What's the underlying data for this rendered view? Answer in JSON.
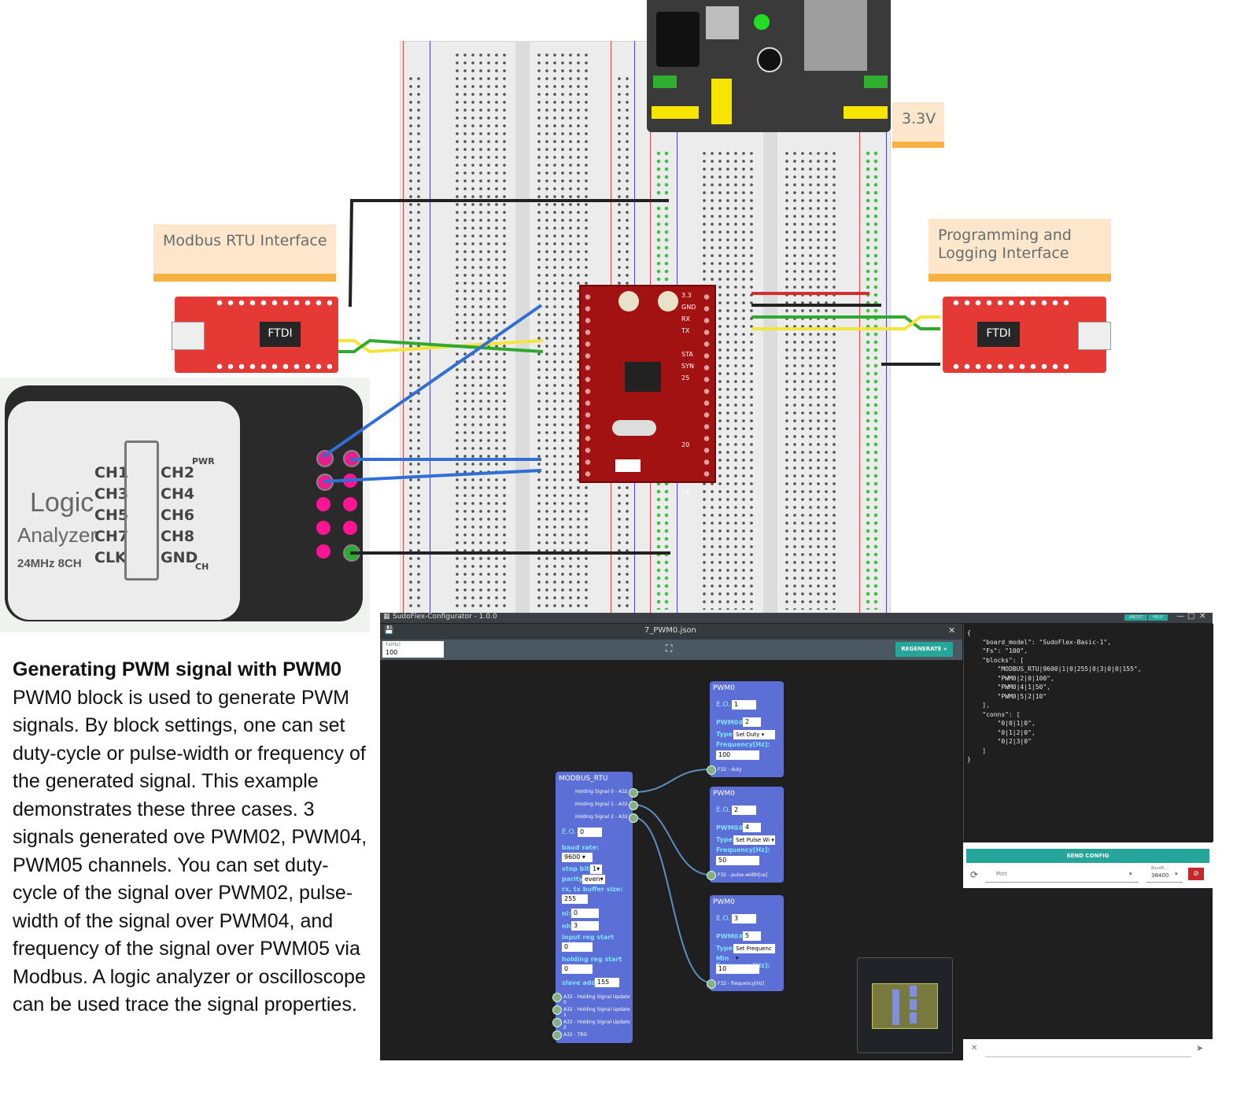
{
  "notes": {
    "modbus": "Modbus RTU Interface",
    "programming": "Programming and Logging Interface",
    "voltage": "3.3V"
  },
  "ftdi": {
    "left_label": "FTDI",
    "right_label": "FTDI"
  },
  "analyzer": {
    "title": "Logic",
    "subtitle": "Analyzer",
    "spec": "24MHz 8CH",
    "left_pins": [
      "CH1",
      "CH3",
      "CH5",
      "CH7",
      "CLK"
    ],
    "right_pins": [
      "CH2",
      "CH4",
      "CH6",
      "CH8",
      "GND"
    ],
    "pwr": "PWR",
    "gnd_suffix": "CH"
  },
  "mcu_pins": [
    "3.3",
    "GND",
    "RX",
    "TX",
    "STA",
    "SYN",
    "25",
    "20",
    "16"
  ],
  "description": {
    "title": "Generating PWM signal with PWM0",
    "body": "PWM0 block is used to generate PWM signals. By block settings, one can set duty-cycle or pulse-width or frequency of the generated signal. This example demonstrates these three cases. 3 signals generated ove PWM02, PWM04, PWM05 channels. You can set duty-cycle of the signal over PWM02, pulse-width of the signal over PWM04, and frequency of the signal over PWM05 via Modbus. A logic analyzer or oscilloscope can be used trace the signal properties."
  },
  "app": {
    "window_title": "SudoFlex-Configurator - 1.0.0",
    "file_name": "7_PWM0.json",
    "fs_label": "Fs(Hz)",
    "fs_value": "100",
    "regenerate": "REGENERATE",
    "about": "ABOUT",
    "help": "HELP",
    "send_config": "SEND CONFIG",
    "port_placeholder": "Port",
    "baud_label": "BaudR...",
    "baud_value": "38400",
    "modbus": {
      "title": "MODBUS_RTU",
      "outputs": [
        "Holding Signal 0 - A32",
        "Holding Signal 1 - A32",
        "Holding Signal 2 - A32"
      ],
      "eo_label": "E.O.",
      "eo_value": "0",
      "baud_label": "baud rate:",
      "baud_value": "9600",
      "stop_label": "stop bits:",
      "stop_value": "1",
      "parity_label": "parity:",
      "parity_value": "even",
      "buffer_label": "rx, tx buffer size:",
      "buffer_value": "255",
      "ni_label": "ni:",
      "ni_value": "0",
      "nh_label": "nh:",
      "nh_value": "3",
      "input_label": "input reg start addr.:",
      "input_value": "0",
      "holding_label": "holding reg start addr.:",
      "holding_value": "0",
      "slave_label": "slave addr.:",
      "slave_value": "155",
      "inputs": [
        "A32 - Holding Signal Update 0",
        "A32 - Holding Signal Update 1",
        "A32 - Holding Signal Update 2",
        "A32 - TRG"
      ]
    },
    "pwm_blocks": [
      {
        "title": "PWM0",
        "eo_label": "E.O.",
        "eo": "1",
        "ch_label": "PWM0#:",
        "ch": "2",
        "type_label": "Type:",
        "type": "Set Duty",
        "param_label": "Frequency[Hz]:",
        "param": "100",
        "input": "F32 - duty"
      },
      {
        "title": "PWM0",
        "eo_label": "E.O.",
        "eo": "2",
        "ch_label": "PWM0#:",
        "ch": "4",
        "type_label": "Type:",
        "type": "Set Pulse Wi",
        "param_label": "Frequency[Hz]:",
        "param": "50",
        "input": "F32 - pulse-width[us]"
      },
      {
        "title": "PWM0",
        "eo_label": "E.O.",
        "eo": "3",
        "ch_label": "PWM0#:",
        "ch": "5",
        "type_label": "Type:",
        "type": "Set Frequenc",
        "param_label": "Min Frequency[Hz]:",
        "param": "10",
        "input": "F32 - frequency[Hz]"
      }
    ],
    "json_text": "{\n    \"board_model\": \"SudoFlex-Basic-1\",\n    \"Fs\": \"100\",\n    \"blocks\": [\n        \"MODBUS_RTU|9600|1|0|255|0|3|0|0|155\",\n        \"PWM0|2|0|100\",\n        \"PWM0|4|1|50\",\n        \"PWM0|5|2|10\"\n    ],\n    \"conns\": [\n        \"0|0|1|0\",\n        \"0|1|2|0\",\n        \"0|2|3|0\"\n    ]\n}"
  },
  "colors": {
    "ftdi": "#e53935",
    "mcu": "#a31212",
    "block": "#5b6fd6",
    "accent": "#26a69a",
    "wire_blue": "#2f6fd6",
    "wire_green": "#2faa2f",
    "wire_yellow": "#f3e53a",
    "note_bar": "#f5b142"
  }
}
